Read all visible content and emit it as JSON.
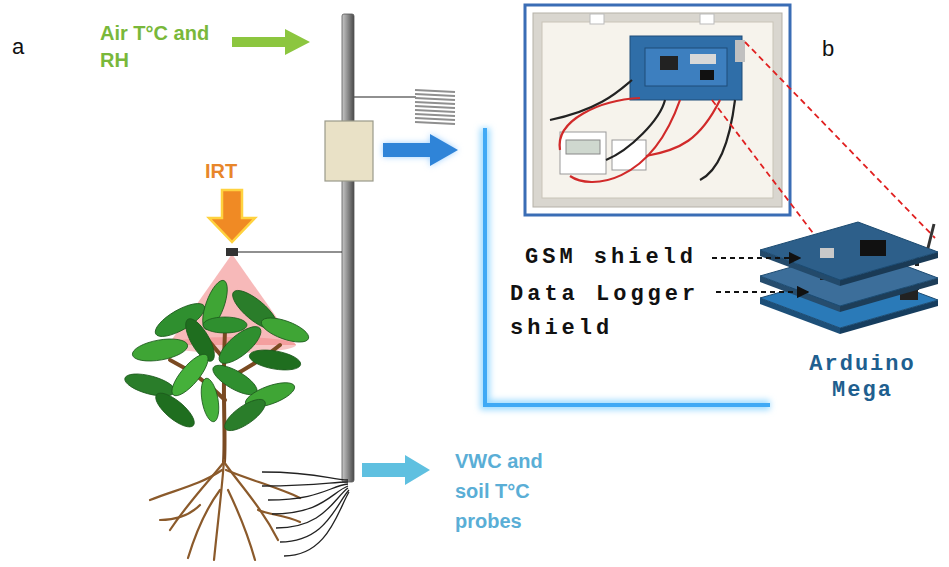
{
  "diagram": {
    "labels": [
      "a",
      "Air T°C and RH",
      "IRT",
      "VWC and soil T°C probes",
      "b",
      "GSM shield",
      "Data Logger shield",
      "Arduino Mega"
    ]
  }
}
